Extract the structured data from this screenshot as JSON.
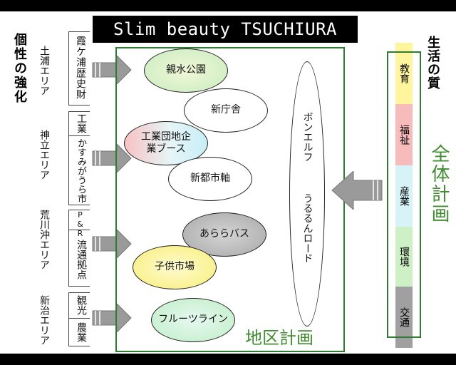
{
  "title": "Slim beauty TSUCHIURA",
  "left_heading": "個性の強化",
  "areas": [
    {
      "name": "土浦エリア",
      "items": [
        "霞ケ浦歴史財"
      ]
    },
    {
      "name": "神立エリア",
      "items": [
        "工業",
        "かすみがうら市"
      ]
    },
    {
      "name": "荒川沖エリア",
      "items": [
        "P&R",
        "流通拠点"
      ]
    },
    {
      "name": "新治エリア",
      "items": [
        "観光",
        "農業"
      ]
    }
  ],
  "projects": [
    "親水公園",
    "新庁舎",
    "工業団地企業ブース",
    "新都市軸",
    "あららバス",
    "子供市場",
    "フルーツライン"
  ],
  "long_ellipse": {
    "line1": "ボンエルフ",
    "line2": "うるるんロード"
  },
  "district_label": "地区計画",
  "quality_heading": "生活の質",
  "overall_label": "全体計画",
  "categories": [
    {
      "label": "教育",
      "color": "#fff59d"
    },
    {
      "label": "福祉",
      "color": "#f8bbbb"
    },
    {
      "label": "産業",
      "color": "#d6f3f7"
    },
    {
      "label": "環境",
      "color": "#cdf0c4"
    },
    {
      "label": "交通",
      "color": "#a0a0a0"
    }
  ],
  "colors": {
    "frame": "#2e7d32",
    "accent_text": "#3f8e2f"
  }
}
